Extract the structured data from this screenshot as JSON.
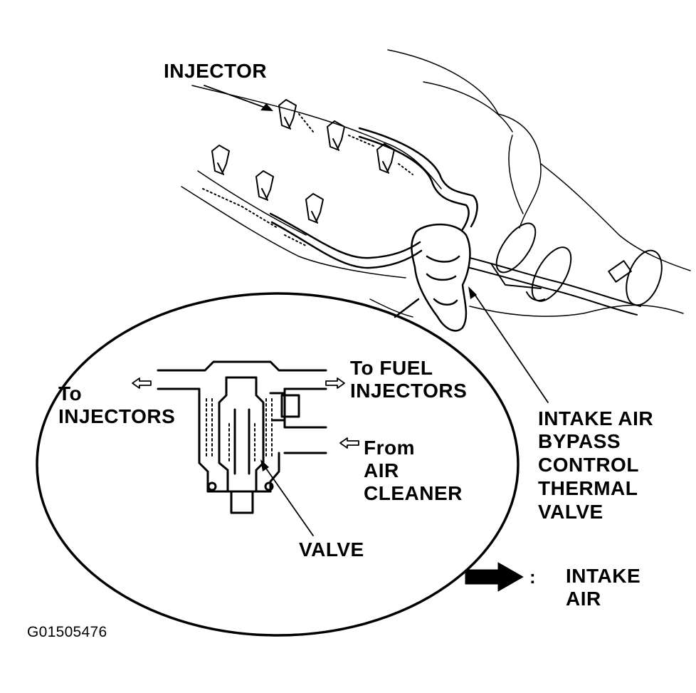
{
  "labels": {
    "injector": "INJECTOR",
    "to_injectors_left": [
      "To",
      "INJECTORS"
    ],
    "to_fuel_injectors": [
      "To FUEL",
      "INJECTORS"
    ],
    "from_air_cleaner": [
      "From",
      "AIR",
      "CLEANER"
    ],
    "valve": "VALVE",
    "intake_bypass": [
      "INTAKE AIR",
      "BYPASS",
      "CONTROL",
      "THERMAL",
      "VALVE"
    ],
    "legend_separator": ":",
    "legend_intake_air": [
      "INTAKE",
      "AIR"
    ],
    "figure_code": "G01505476"
  },
  "colors": {
    "line": "#000000",
    "background": "#ffffff"
  },
  "icons": [
    "injector-icon",
    "thermal-valve-icon",
    "arrow-icon",
    "intake-air-arrow-icon"
  ]
}
